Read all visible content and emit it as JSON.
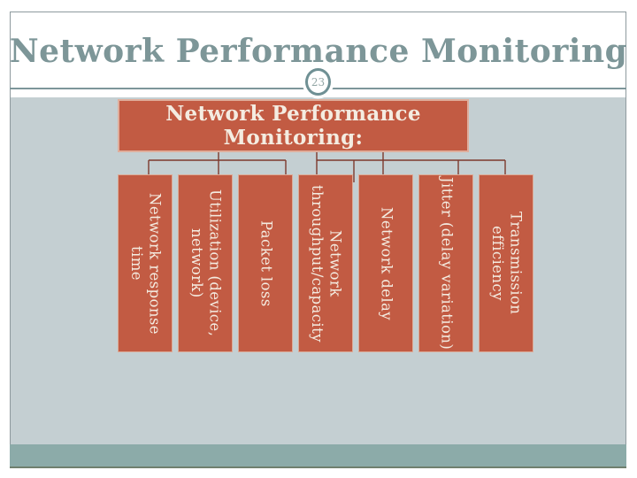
{
  "slide": {
    "header": {
      "title": "Network Performance Monitoring",
      "page_badge": "23"
    },
    "diagram": {
      "root": {
        "label": "Network Performance\nMonitoring:"
      },
      "children": [
        "Network response time",
        "Utilization (device,\nnetwork)",
        "Packet loss",
        "Network\nthroughput/capacity",
        "Network delay",
        "Jitter (delay variation)",
        "Transmission\nefficiency"
      ]
    },
    "colors": {
      "box_fill": "#c25b43",
      "box_border": "#dfae9c",
      "box_text": "#f4ece1",
      "connector": "#7d392d",
      "canvas_background": "#c4cfd2",
      "footer_band": "#8caba9",
      "footer_band_edge": "#70806f",
      "title_text": "#7d9698",
      "badge_ring": "#6f9094",
      "frame_border": "#8e9a9e"
    }
  }
}
